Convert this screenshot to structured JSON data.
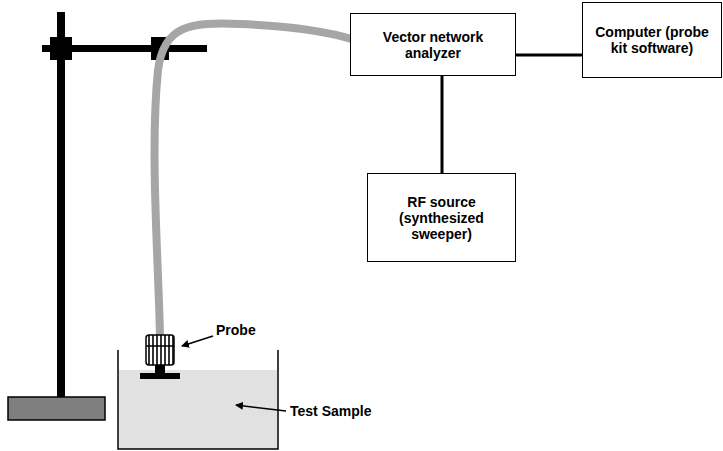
{
  "diagram": {
    "nodes": [
      {
        "text": [
          "Vector network analyzer"
        ]
      },
      {
        "text": [
          "Computer (probe kit software)"
        ]
      },
      {
        "text": [
          "RF source (synthesized sweeper)"
        ]
      }
    ],
    "edges": [
      {
        "from": 0,
        "to": 1,
        "arrow": "none"
      },
      {
        "from": 0,
        "to": 2,
        "arrow": "none"
      }
    ],
    "labels": [
      "Probe",
      "Test Sample"
    ]
  }
}
